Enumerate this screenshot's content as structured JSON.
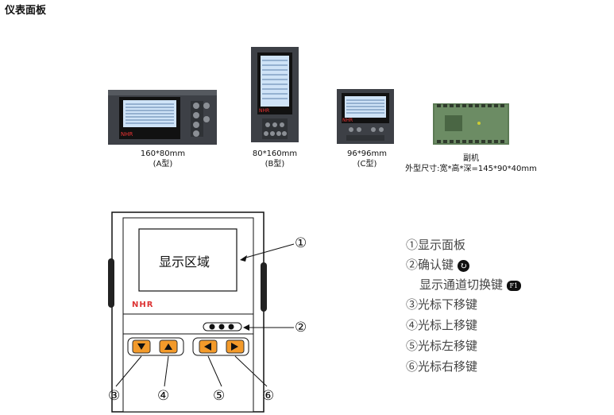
{
  "title": "仪表面板",
  "products": [
    {
      "size": "160*80mm",
      "type": "(A型)"
    },
    {
      "size": "80*160mm",
      "type": "(B型)"
    },
    {
      "size": "96*96mm",
      "type": "(C型)"
    },
    {
      "name": "副机",
      "dims": "外型尺寸:宽*高*深=145*90*40mm"
    }
  ],
  "diagram": {
    "screen_label": "显示区域",
    "logo": "NHR",
    "callouts": [
      "①",
      "②",
      "③",
      "④",
      "⑤",
      "⑥"
    ]
  },
  "legend": [
    {
      "text": "①显示面板"
    },
    {
      "text": "②确认键"
    },
    {
      "text": "显示通道切换键"
    },
    {
      "text": "③光标下移键"
    },
    {
      "text": "④光标上移键"
    },
    {
      "text": "⑤光标左移键"
    },
    {
      "text": "⑥光标右移键"
    }
  ],
  "icons": {
    "confirm_key": "rotate-arrow-icon",
    "f1_key": "f1-key-icon"
  },
  "colors": {
    "key_orange": "#f39a2a",
    "panel_dark": "#3a3d42",
    "screen_blue": "#cfe3f7"
  }
}
